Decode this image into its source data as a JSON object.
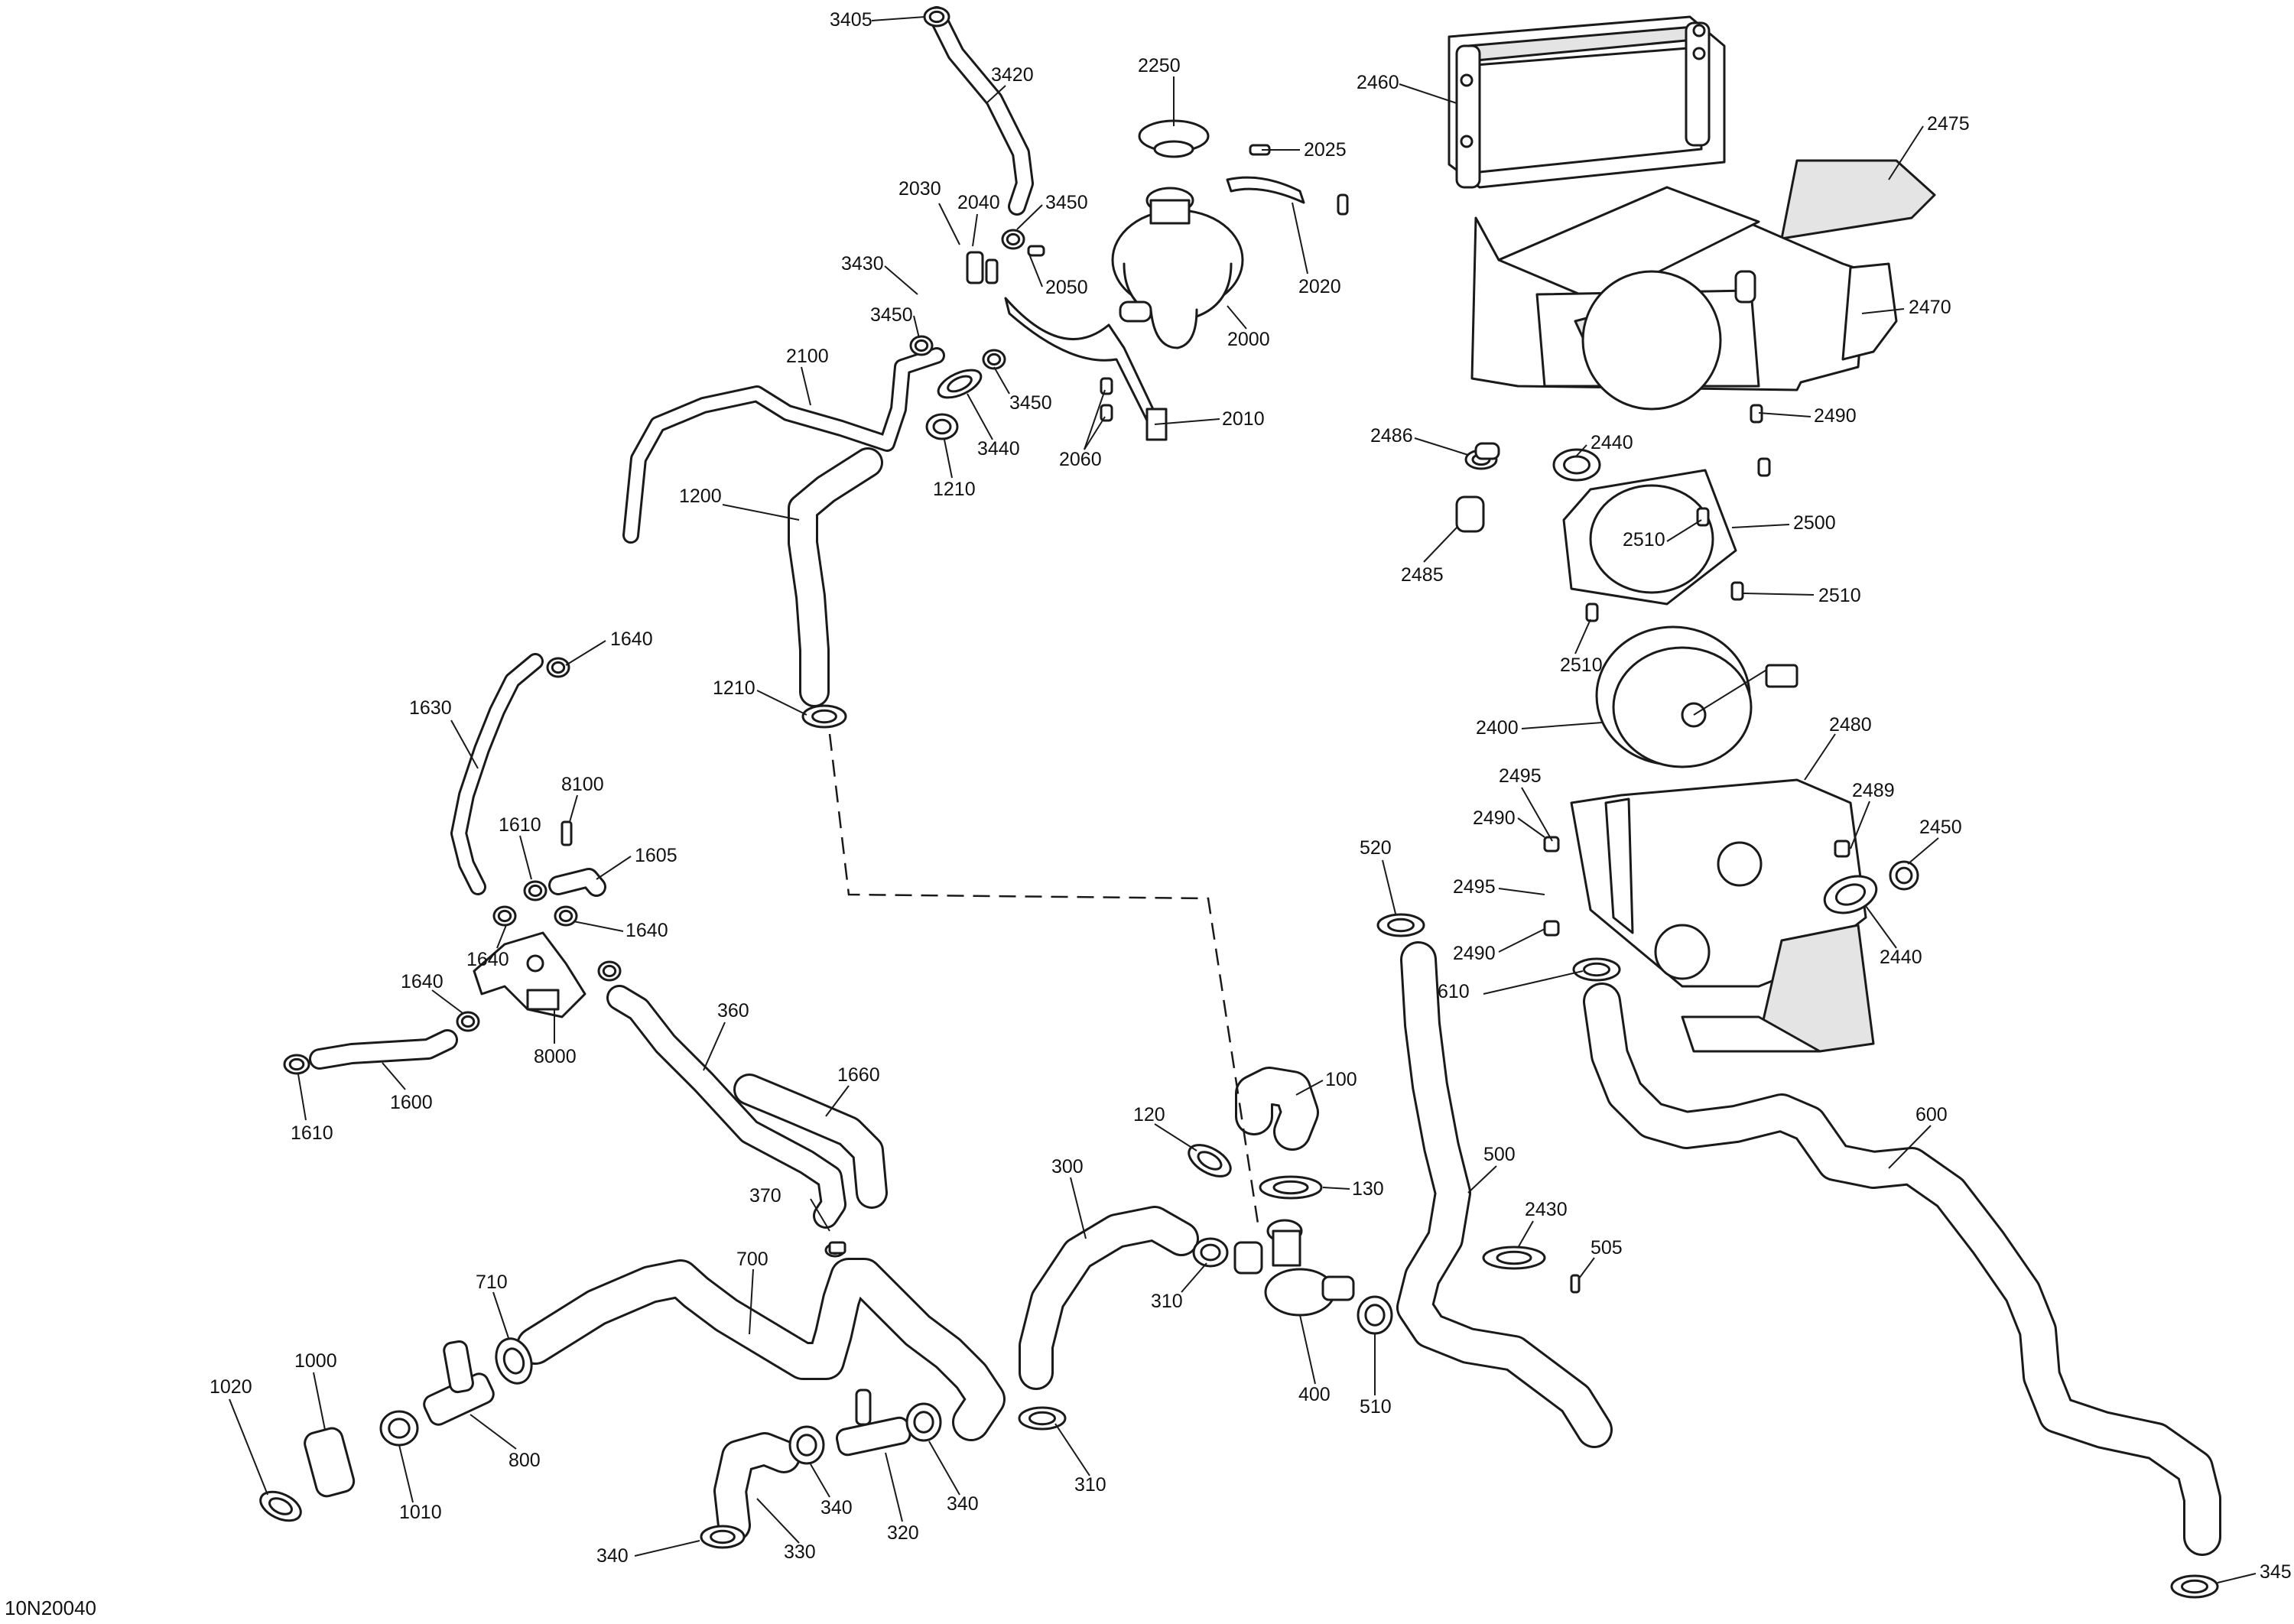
{
  "figure": {
    "code": "10N20040",
    "line_color": "#1a1a1a",
    "background": "#ffffff"
  },
  "callouts": {
    "c3405": "3405",
    "c3420": "3420",
    "c2250": "2250",
    "c2025": "2025",
    "c2460": "2460",
    "c2475": "2475",
    "c2030": "2030",
    "c2040": "2040",
    "c3450a": "3450",
    "c2050": "2050",
    "c2020": "2020",
    "c3430": "3430",
    "c3450b": "3450",
    "c2000": "2000",
    "c2470": "2470",
    "c2100": "2100",
    "c3450c": "3450",
    "c2010": "2010",
    "c3440": "3440",
    "c2490a": "2490",
    "c2486": "2486",
    "c2440a": "2440",
    "c1210a": "1210",
    "c2060": "2060",
    "c1200": "1200",
    "c2500": "2500",
    "c2510a": "2510",
    "c2485": "2485",
    "c2510b": "2510",
    "c1640a": "1640",
    "c2510c": "2510",
    "c1210b": "1210",
    "c1630": "1630",
    "c2400": "2400",
    "c2480": "2480",
    "c8100": "8100",
    "c2495a": "2495",
    "c2489": "2489",
    "c1610a": "1610",
    "c2490b": "2490",
    "c2450": "2450",
    "c1605": "1605",
    "c520": "520",
    "c2495b": "2495",
    "c1640b": "1640",
    "c1640c": "1640",
    "c2490c": "2490",
    "c2440b": "2440",
    "c1640d": "1640",
    "c610": "610",
    "c360": "360",
    "c8000": "8000",
    "c1660": "1660",
    "c100": "100",
    "c1600": "1600",
    "c1610b": "1610",
    "c120": "120",
    "c600": "600",
    "c300": "300",
    "c500": "500",
    "c130": "130",
    "c370": "370",
    "c2430": "2430",
    "c505": "505",
    "c310a": "310",
    "c710": "710",
    "c700": "700",
    "c1000": "1000",
    "c1020": "1020",
    "c400": "400",
    "c510": "510",
    "c800": "800",
    "c310b": "310",
    "c1010": "1010",
    "c340a": "340",
    "c340b": "340",
    "c320": "320",
    "c330": "330",
    "c340c": "340",
    "c345": "345"
  }
}
